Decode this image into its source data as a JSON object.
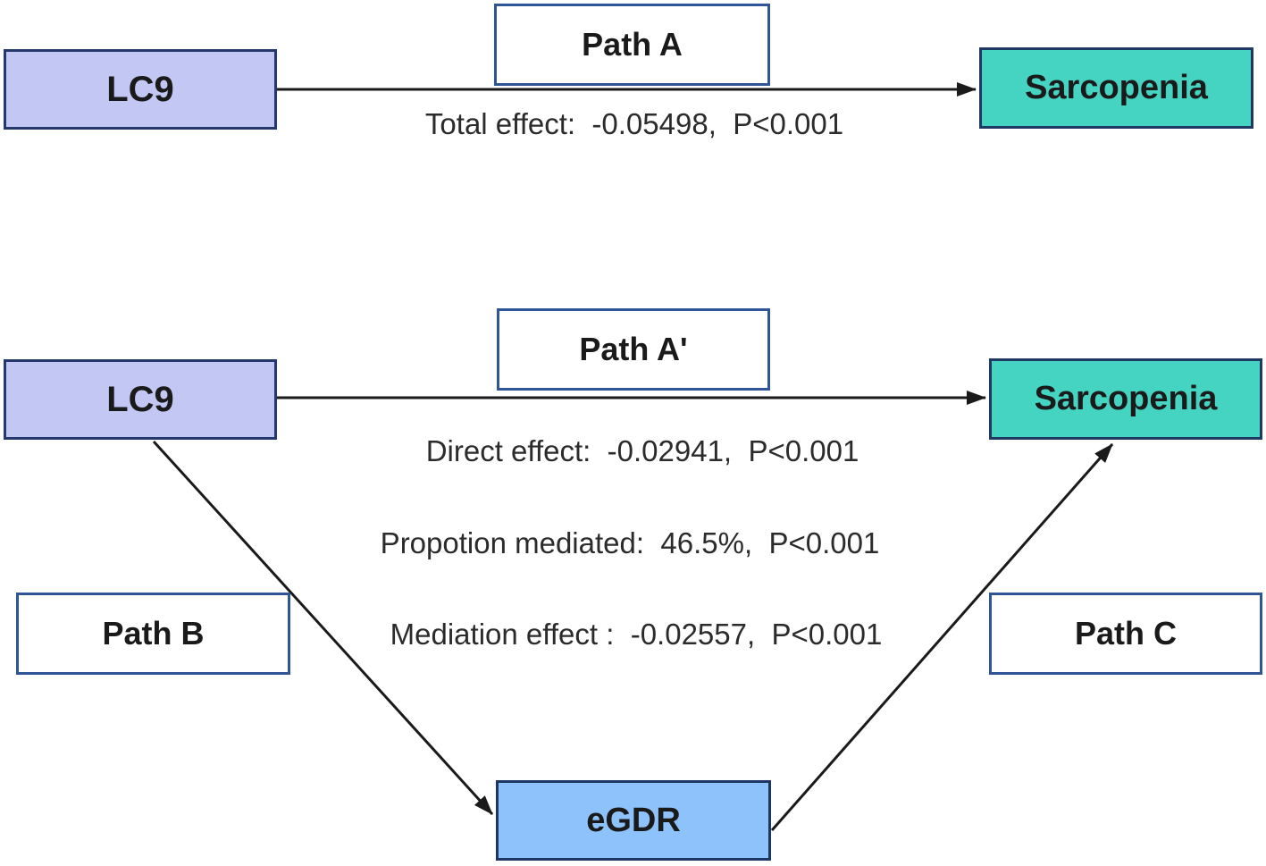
{
  "figure": {
    "type": "mediation-path-diagram",
    "colors": {
      "exposure_fill": "#c3c7f3",
      "exposure_border": "#24386b",
      "outcome_fill": "#45d4c2",
      "outcome_border": "#1f3864",
      "mediator_fill": "#8ec2fa",
      "mediator_border": "#1c3666",
      "path_label_border": "#2f5597",
      "arrow": "#1a1a1a",
      "text": "#2b2b2b"
    }
  },
  "total_effect_model": {
    "exposure_label": "LC9",
    "outcome_label": "Sarcopenia",
    "path_label": "Path A",
    "effect_text": "Total effect:  -0.05498,  P<0.001",
    "effect_value": -0.05498,
    "p_value": "P<0.001"
  },
  "mediation_model": {
    "exposure_label": "LC9",
    "outcome_label": "Sarcopenia",
    "mediator_label": "eGDR",
    "direct_path_label": "Path A'",
    "exposure_to_mediator_path_label": "Path B",
    "mediator_to_outcome_path_label": "Path C",
    "direct_effect_text": "Direct effect:  -0.02941,  P<0.001",
    "direct_effect_value": -0.02941,
    "proportion_mediated_text": "Propotion mediated:  46.5%,  P<0.001",
    "proportion_mediated_value": "46.5%",
    "mediation_effect_text": "Mediation effect :  -0.02557,  P<0.001",
    "mediation_effect_value": -0.02557,
    "p_value": "P<0.001"
  }
}
